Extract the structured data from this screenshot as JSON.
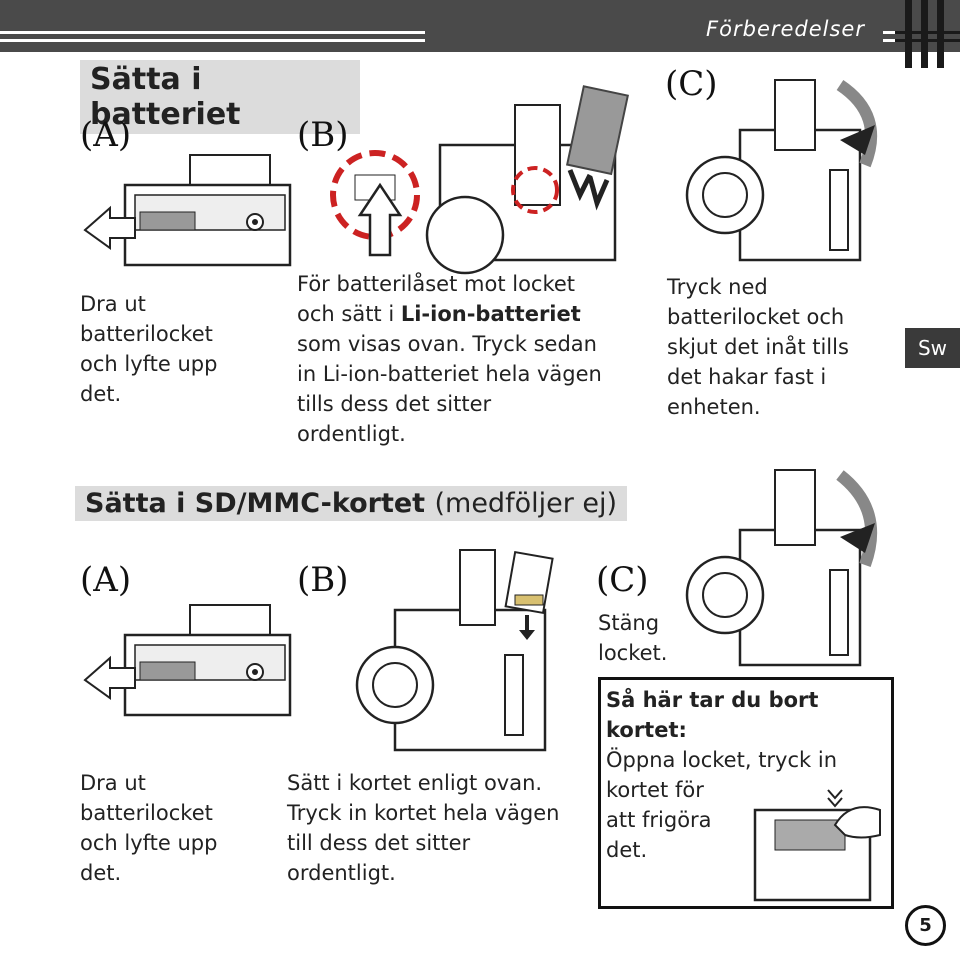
{
  "header": {
    "title": "Förberedelser"
  },
  "lang_tab": "Sw",
  "page_number": "5",
  "battery_section": {
    "heading": "Sätta i batteriet",
    "step_a": {
      "label": "(A)",
      "lines": [
        "Dra ut",
        "batterilocket",
        "och lyfte upp",
        "det."
      ]
    },
    "step_b": {
      "label": "(B)",
      "lines_pre": "För batterilåset mot locket",
      "line2_pre": "och sätt i ",
      "line2_bold": "Li-ion-batteriet",
      "lines_post": [
        "som visas ovan. Tryck sedan",
        "in Li-ion-batteriet hela vägen",
        "tills dess det sitter",
        "ordentligt."
      ]
    },
    "step_c": {
      "label": "(C)",
      "lines": [
        "Tryck ned",
        "batterilocket och",
        "skjut det inåt tills",
        "det hakar fast i",
        "enheten."
      ]
    }
  },
  "sd_section": {
    "heading_bold": "Sätta i SD/MMC-kortet",
    "heading_light": "(medföljer ej)",
    "step_a": {
      "label": "(A)",
      "lines": [
        "Dra ut",
        "batterilocket",
        "och lyfte upp",
        "det."
      ]
    },
    "step_b": {
      "label": "(B)",
      "lines": [
        "Sätt i kortet enligt ovan.",
        "Tryck in kortet hela vägen",
        "till dess det sitter",
        "ordentligt."
      ]
    },
    "step_c": {
      "label": "(C)",
      "lines": [
        "Stäng",
        "locket."
      ]
    },
    "note": {
      "title_lines": [
        "Så här tar du bort",
        "kortet:"
      ],
      "lines": [
        "Öppna locket, tryck in",
        "kortet för",
        "att frigöra",
        "det."
      ]
    }
  }
}
